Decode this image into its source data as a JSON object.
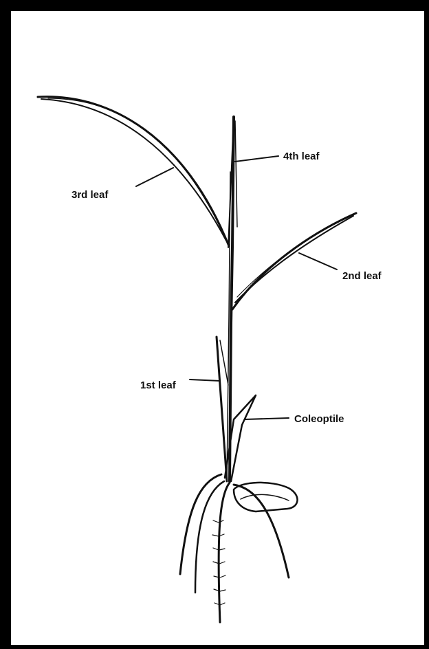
{
  "labels": {
    "fourth_leaf": "4th leaf",
    "third_leaf": "3rd leaf",
    "second_leaf": "2nd leaf",
    "first_leaf": "1st leaf",
    "coleoptile": "Coleoptile"
  },
  "colors": {
    "ink": "#111111",
    "paper": "#ffffff",
    "frame": "#000000"
  }
}
